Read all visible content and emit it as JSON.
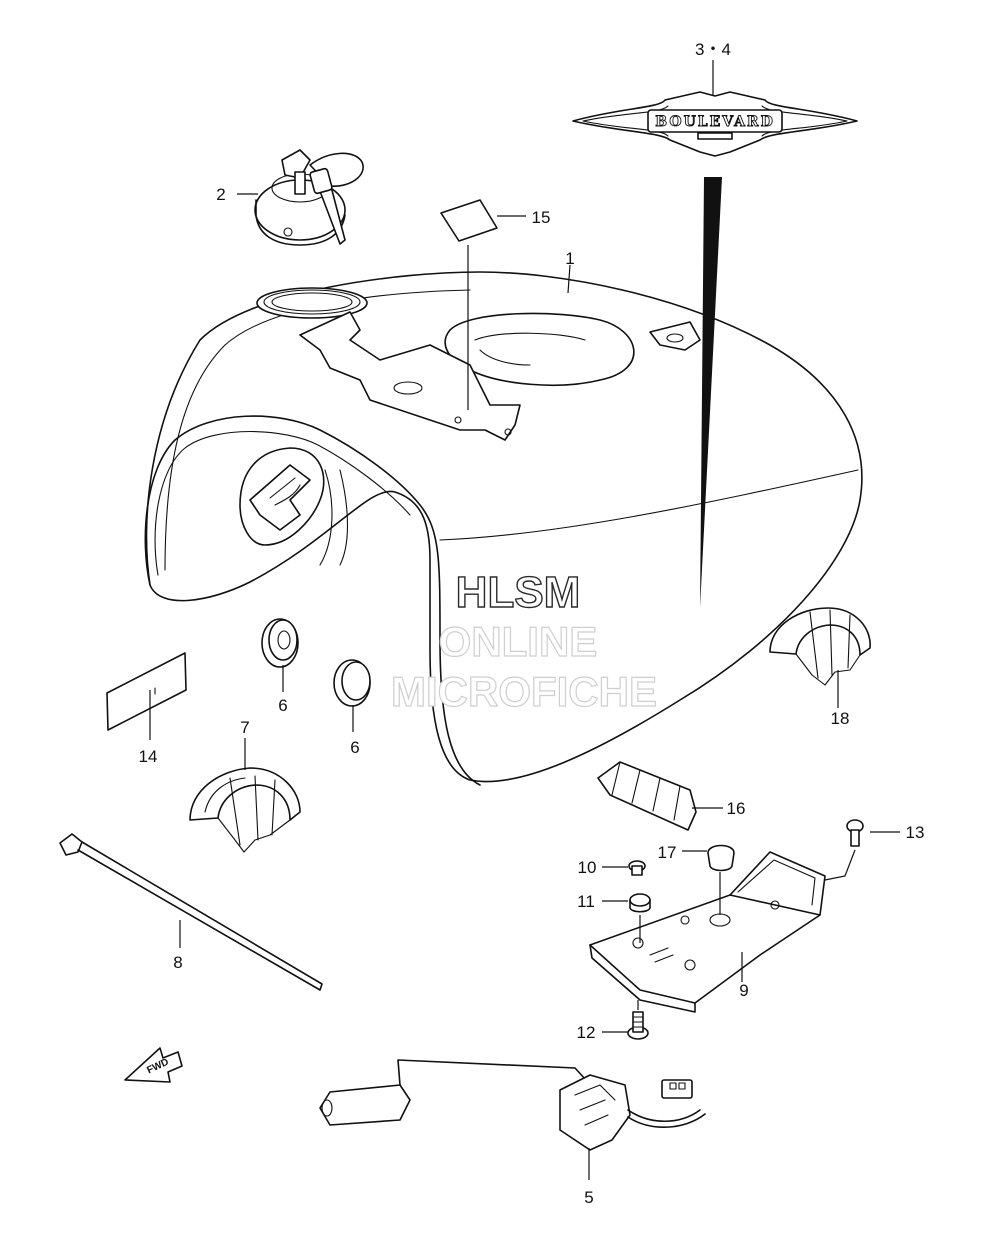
{
  "watermark": {
    "line1": "HLSM",
    "line2": "ONLINE",
    "line3": "MICROFICHE"
  },
  "emblem": {
    "text": "BOULEVARD"
  },
  "fwd_arrow": {
    "label": "FWD"
  },
  "callouts": {
    "c1": "1",
    "c2": "2",
    "c3_4": "3・4",
    "c5": "5",
    "c6a": "6",
    "c6b": "6",
    "c7": "7",
    "c8": "8",
    "c9": "9",
    "c10": "10",
    "c11": "11",
    "c12": "12",
    "c13": "13",
    "c14": "14",
    "c15": "15",
    "c16": "16",
    "c17": "17",
    "c18": "18"
  }
}
